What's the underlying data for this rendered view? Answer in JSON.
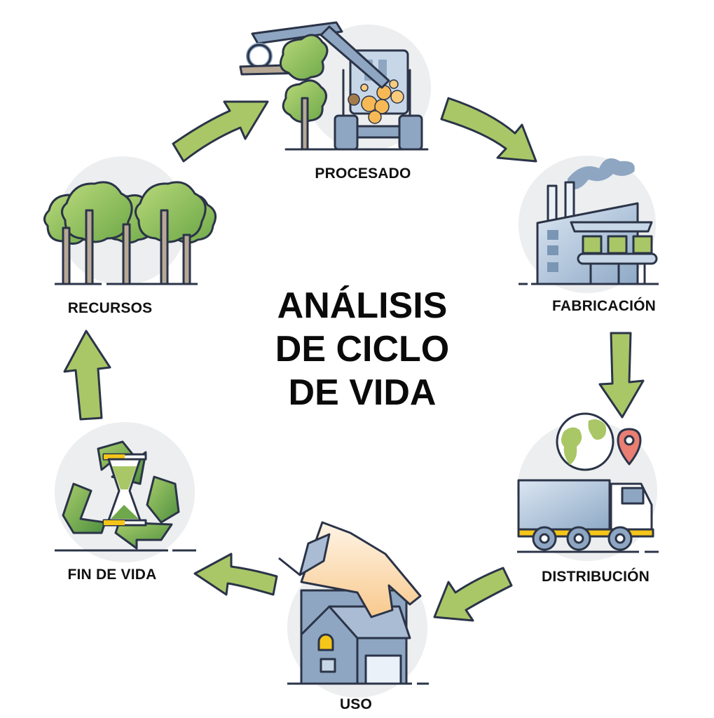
{
  "title": {
    "lines": [
      "ANÁLISIS",
      "DE CICLO",
      "DE VIDA"
    ]
  },
  "stages": [
    {
      "id": "procesado",
      "label": "PROCESADO",
      "icon": "harvester-icon"
    },
    {
      "id": "fabricacion",
      "label": "FABRICACIÓN",
      "icon": "factory-icon"
    },
    {
      "id": "distribucion",
      "label": "DISTRIBUCIÓN",
      "icon": "truck-globe-icon"
    },
    {
      "id": "uso",
      "label": "USO",
      "icon": "hand-house-icon"
    },
    {
      "id": "fin_de_vida",
      "label": "FIN DE VIDA",
      "icon": "recycle-hourglass-icon"
    },
    {
      "id": "recursos",
      "label": "RECURSOS",
      "icon": "forest-icon"
    }
  ],
  "colors": {
    "arrow_fill": "#a9c766",
    "outline": "#2b3448",
    "circle_bg": "#eceeef",
    "leaf_light": "#a7cc6a",
    "leaf_dark": "#6fa84a",
    "trunk": "#b7a896",
    "steel": "#8ea6c2",
    "steel_light": "#c7d7e8",
    "log": "#f7b955",
    "pin": "#ea7e72",
    "yellow": "#f5c518",
    "skin": "#fbd7a8"
  }
}
